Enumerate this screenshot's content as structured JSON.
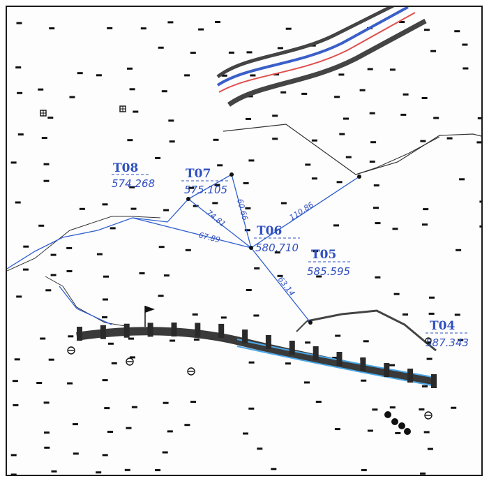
{
  "colors": {
    "traverse": "#2f5fd0",
    "terrain": "#333333",
    "road_outline": "#444444",
    "road_center": "#e05050",
    "road_blue": "#3a5fc8",
    "retaining_wall": "#3a3a3a",
    "wall_blue": "#4aa8e8",
    "label_blue": "#2f4fc0",
    "points": "#111111"
  },
  "stations": [
    {
      "name": "T08",
      "elevation": "574.268"
    },
    {
      "name": "T07",
      "elevation": "575.105"
    },
    {
      "name": "T06",
      "elevation": "580.710"
    },
    {
      "name": "T05",
      "elevation": "585.595"
    },
    {
      "name": "T04",
      "elevation": "587.343"
    }
  ],
  "distances": [
    "74.81",
    "60.66",
    "67.89",
    "110.86",
    "63.14"
  ],
  "icons": [
    "flag-icon",
    "boundary-marker-icon",
    "control-point-icon"
  ]
}
